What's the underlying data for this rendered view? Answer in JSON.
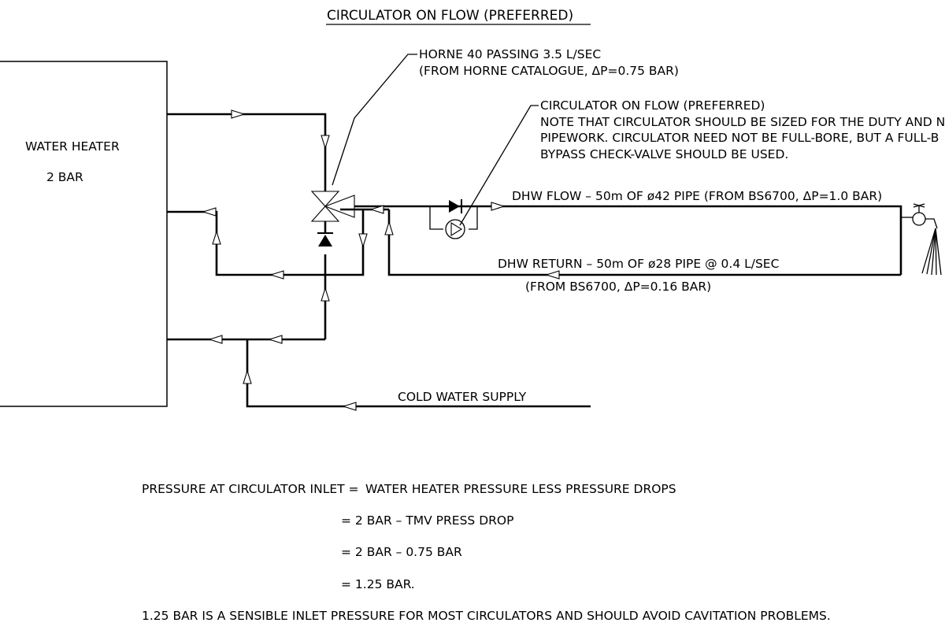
{
  "title": "CIRCULATOR ON FLOW (PREFERRED)",
  "water_heater": {
    "label": "WATER HEATER",
    "pressure": "2 BAR"
  },
  "tmv_note": {
    "line1": "HORNE 40 PASSING 3.5 L/SEC",
    "line2": "(FROM HORNE CATALOGUE, ΔP=0.75 BAR)"
  },
  "circulator_note": {
    "line1": "CIRCULATOR ON FLOW (PREFERRED)",
    "line2": "NOTE THAT CIRCULATOR SHOULD BE SIZED FOR THE DUTY AND NOT",
    "line3": "PIPEWORK.  CIRCULATOR NEED NOT BE FULL-BORE, BUT A FULL-B",
    "line4": "BYPASS CHECK-VALVE SHOULD BE USED."
  },
  "pipes": {
    "flow": "DHW FLOW – 50m OF ø42 PIPE (FROM BS6700, ΔP=1.0 BAR)",
    "return_line1": "DHW RETURN – 50m OF ø28 PIPE @ 0.4 L/SEC",
    "return_line2": "(FROM BS6700, ΔP=0.16 BAR)",
    "cold": "COLD WATER SUPPLY"
  },
  "calculation": {
    "line1_label": "PRESSURE AT CIRCULATOR INLET =",
    "line1_value": "WATER HEATER PRESSURE LESS PRESSURE DROPS",
    "line2": "= 2 BAR – TMV PRESS DROP",
    "line3": "= 2 BAR – 0.75 BAR",
    "line4": "= 1.25 BAR.",
    "conclusion": "1.25 BAR IS A SENSIBLE INLET PRESSURE FOR MOST CIRCULATORS AND SHOULD AVOID CAVITATION PROBLEMS."
  }
}
